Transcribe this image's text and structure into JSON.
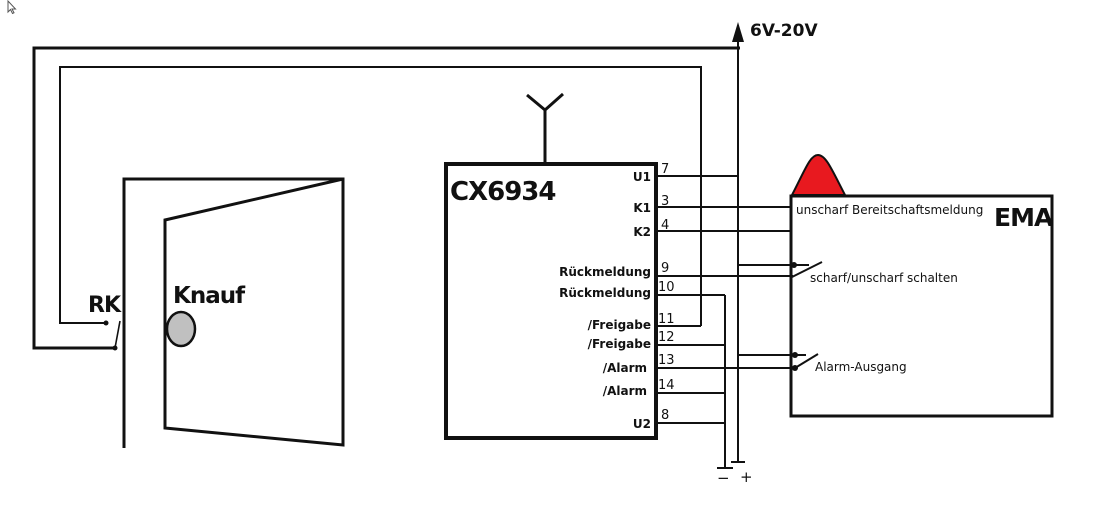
{
  "supply": {
    "label": "6V-20V",
    "minus": "−",
    "plus": "+"
  },
  "door": {
    "knob_label": "Knauf",
    "contact_label": "RK"
  },
  "module": {
    "title": "CX6934",
    "pins": [
      {
        "name": "U1",
        "number": "7"
      },
      {
        "name": "K1",
        "number": "3"
      },
      {
        "name": "K2",
        "number": "4"
      },
      {
        "name": "Rückmeldung",
        "number": "9"
      },
      {
        "name": "Rückmeldung",
        "number": "10"
      },
      {
        "name": "/Freigabe",
        "number": "11"
      },
      {
        "name": "/Freigabe",
        "number": "12"
      },
      {
        "name": "/Alarm",
        "number": "13"
      },
      {
        "name": "/Alarm",
        "number": "14"
      },
      {
        "name": "U2",
        "number": "8"
      }
    ]
  },
  "ema": {
    "title": "EMA",
    "ready_label": "unscharf Bereitschaftsmeldung",
    "arm_switch_label": "scharf/unscharf schalten",
    "alarm_output_label": "Alarm-Ausgang",
    "siren_color": "#e8191f"
  },
  "colors": {
    "knob_fill": "#c0c0c0",
    "line": "#111111"
  }
}
